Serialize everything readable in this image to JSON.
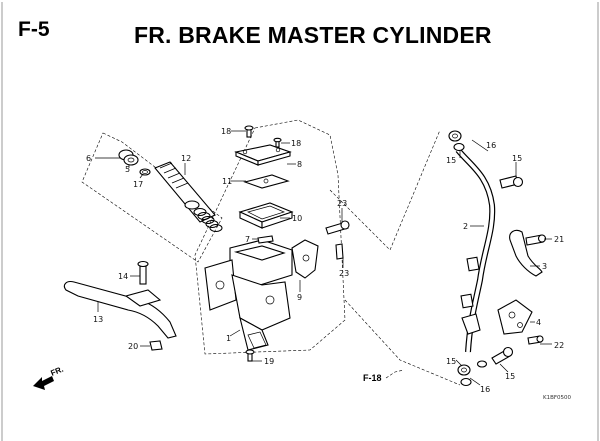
{
  "header": {
    "section_code": "F-5",
    "title": "FR. BRAKE MASTER CYLINDER"
  },
  "diagram": {
    "callouts": [
      "1",
      "2",
      "3",
      "4",
      "5",
      "6",
      "7",
      "8",
      "9",
      "10",
      "11",
      "12",
      "13",
      "14",
      "15",
      "16",
      "17",
      "18",
      "19",
      "20",
      "21",
      "22",
      "23"
    ],
    "labels": {
      "c18_top": "18",
      "c18_right": "18",
      "c8": "8",
      "c11": "11",
      "c10": "10",
      "c12": "12",
      "c6": "6",
      "c5": "5",
      "c17": "17",
      "c23_top": "23",
      "c23_bottom": "23",
      "c7": "7",
      "c9": "9",
      "c14": "14",
      "c13": "13",
      "c20": "20",
      "c1": "1",
      "c19": "19",
      "c16_top": "16",
      "c15_top_left": "15",
      "c15_top_right": "15",
      "c2": "2",
      "c21": "21",
      "c3": "3",
      "c4": "4",
      "c22": "22",
      "c15_bottom_left": "15",
      "c16_bottom": "16",
      "c15_bottom_right": "15"
    },
    "reference": "F-18",
    "direction_label": "FR.",
    "drawing_code": "K1BF0500"
  }
}
